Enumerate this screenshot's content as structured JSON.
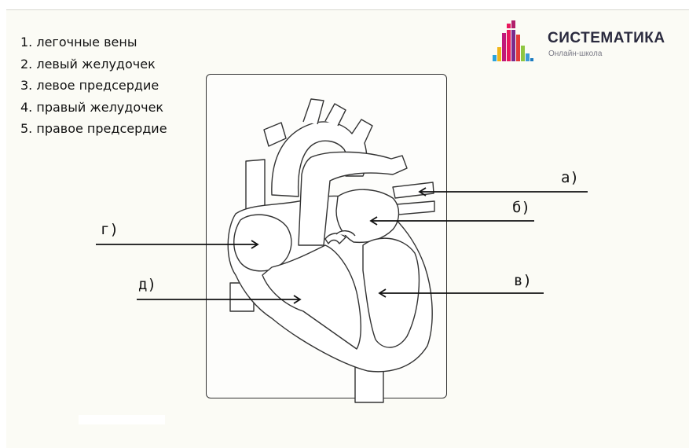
{
  "legend": {
    "items": [
      "1. легочные вены",
      "2. левый желудочек",
      "3. левое предсердие",
      "4. правый желудочек",
      "5. правое предсердие"
    ]
  },
  "brand": {
    "name": "СИСТЕМАТИКА",
    "subtitle": "Онлайн-школа"
  },
  "labels": {
    "a": "а)",
    "b": "б)",
    "v": "в)",
    "g": "г)",
    "d": "д)"
  }
}
